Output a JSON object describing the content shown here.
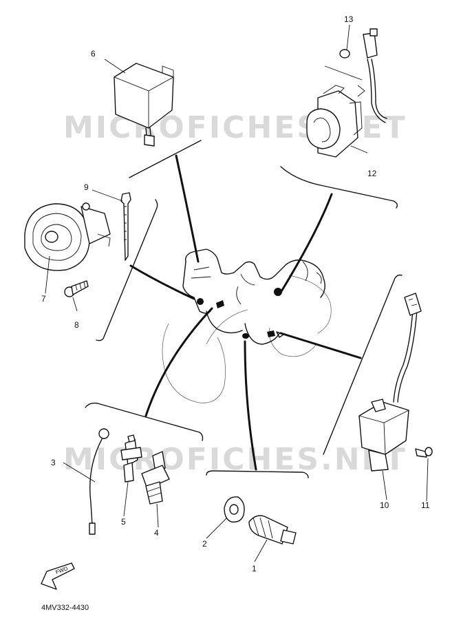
{
  "diagram": {
    "watermark": "MICROFICHES.NET",
    "catalog_number": "4MV332-4430",
    "front_arrow_label": "FWD",
    "parts": [
      {
        "number": "1"
      },
      {
        "number": "2"
      },
      {
        "number": "3"
      },
      {
        "number": "4"
      },
      {
        "number": "5"
      },
      {
        "number": "6"
      },
      {
        "number": "7"
      },
      {
        "number": "8"
      },
      {
        "number": "9"
      },
      {
        "number": "10"
      },
      {
        "number": "11"
      },
      {
        "number": "12"
      },
      {
        "number": "13"
      }
    ]
  }
}
